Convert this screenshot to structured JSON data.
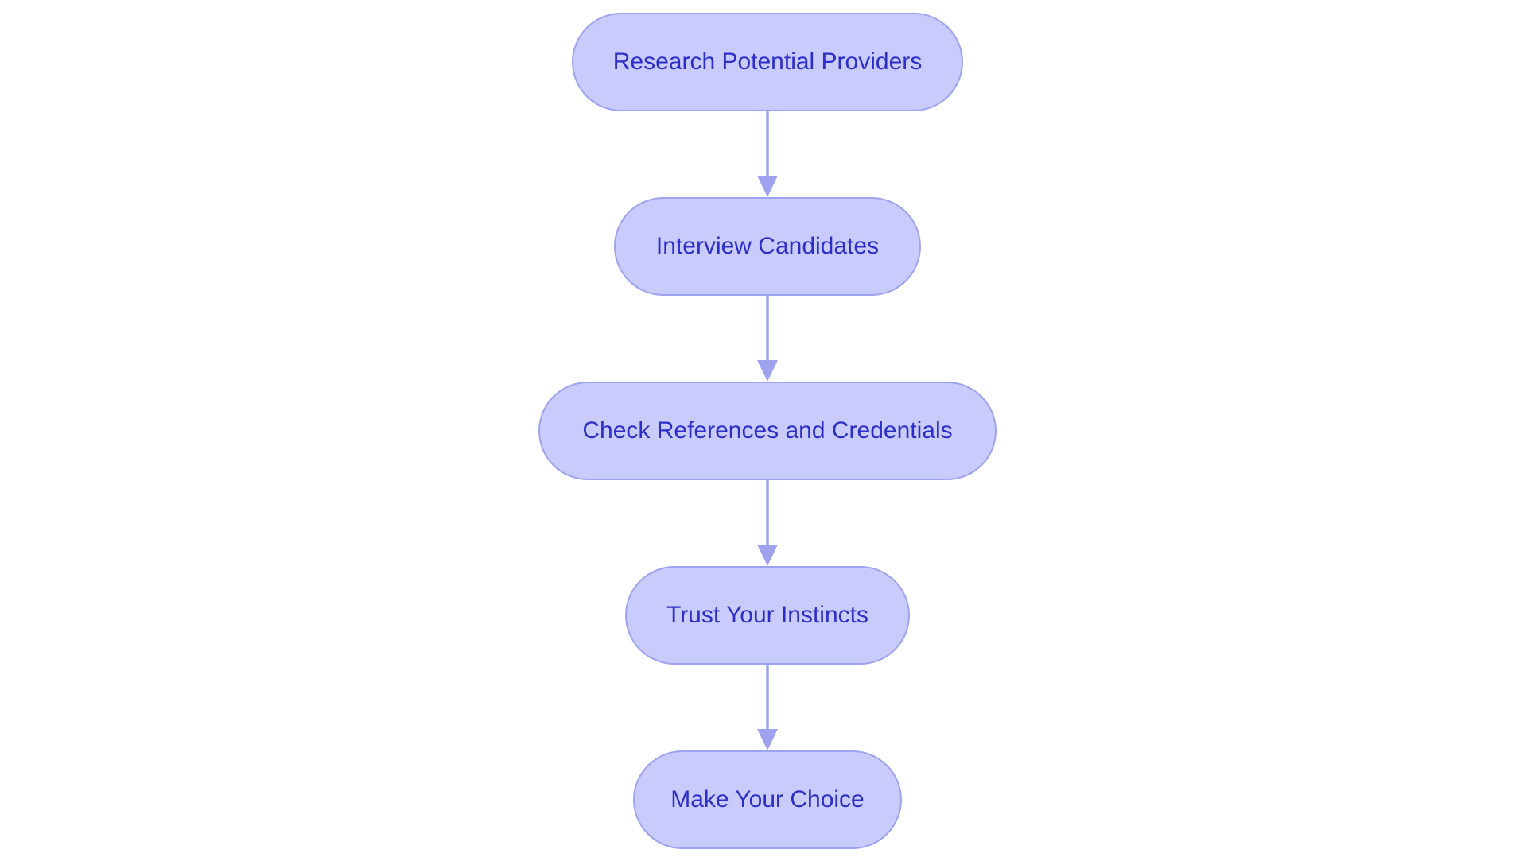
{
  "diagram": {
    "type": "flowchart",
    "direction": "top-to-bottom",
    "colors": {
      "node_fill": "#c9cbfd",
      "node_border": "#9ea3ef",
      "node_text": "#2c2fc7",
      "edge": "#9ea3ef"
    },
    "nodes": [
      {
        "id": "research",
        "label": "Research Potential Providers"
      },
      {
        "id": "interview",
        "label": "Interview Candidates"
      },
      {
        "id": "check",
        "label": "Check References and Credentials"
      },
      {
        "id": "trust",
        "label": "Trust Your Instincts"
      },
      {
        "id": "choice",
        "label": "Make Your Choice"
      }
    ],
    "edges": [
      {
        "from": "research",
        "to": "interview"
      },
      {
        "from": "interview",
        "to": "check"
      },
      {
        "from": "check",
        "to": "trust"
      },
      {
        "from": "trust",
        "to": "choice"
      }
    ]
  }
}
